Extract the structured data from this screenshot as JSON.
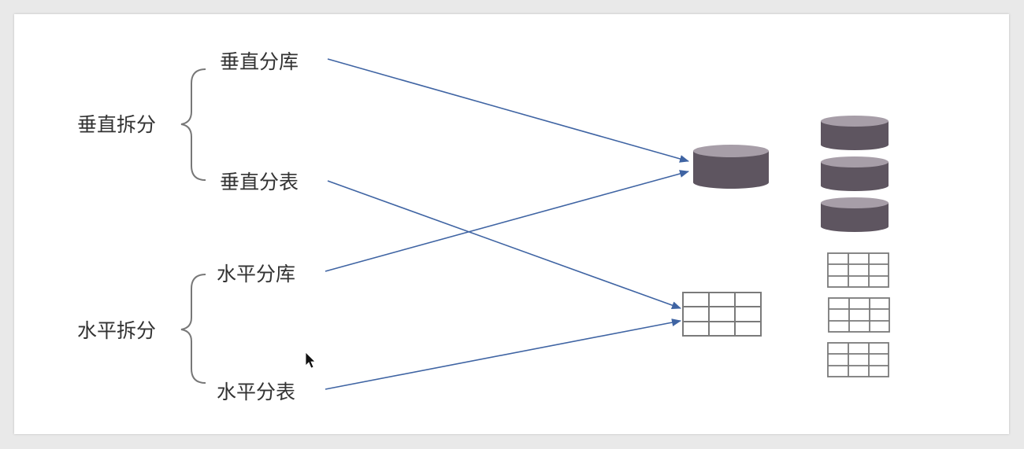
{
  "colors": {
    "arrow": "#3f64a3",
    "db_fill": "#5e5560",
    "db_top": "#a79ea8",
    "table_stroke": "#7a7a7a",
    "brace": "#777777",
    "text": "#333333"
  },
  "labels": {
    "vertical_split": "垂直拆分",
    "vertical_db": "垂直分库",
    "vertical_table": "垂直分表",
    "horizontal_split": "水平拆分",
    "horizontal_db": "水平分库",
    "horizontal_table": "水平分表"
  },
  "icons": {
    "database": "database-icon",
    "table": "table-grid-icon"
  },
  "edges": [
    {
      "from": "vertical_db",
      "to": "database"
    },
    {
      "from": "vertical_table",
      "to": "table"
    },
    {
      "from": "horizontal_db",
      "to": "database"
    },
    {
      "from": "horizontal_table",
      "to": "table"
    }
  ]
}
